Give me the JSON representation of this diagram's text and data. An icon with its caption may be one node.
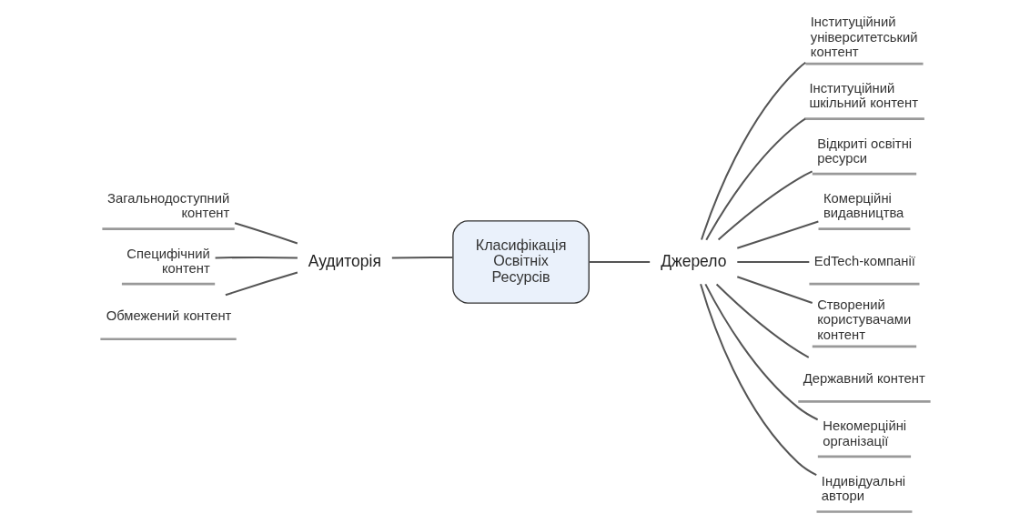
{
  "diagram": {
    "nodes": [
      {
        "text": [
          "Класифікація Освітніх Ресурсів"
        ]
      },
      {
        "text": [
          "Аудиторія"
        ]
      },
      {
        "text": [
          "Загальнодоступний контент"
        ]
      },
      {
        "text": [
          "Специфічний контент"
        ]
      },
      {
        "text": [
          "Обмежений контент"
        ]
      },
      {
        "text": [
          "Джерело"
        ]
      },
      {
        "text": [
          "Інституційний університетський контент"
        ]
      },
      {
        "text": [
          "Інституційний шкільний контент"
        ]
      },
      {
        "text": [
          "Відкриті освітні ресурси"
        ]
      },
      {
        "text": [
          "Комерційні видавництва"
        ]
      },
      {
        "text": [
          "EdTech-компанії"
        ]
      },
      {
        "text": [
          "Створений користувачами контент"
        ]
      },
      {
        "text": [
          "Державний контент"
        ]
      },
      {
        "text": [
          "Некомерційні організації"
        ]
      },
      {
        "text": [
          "Індивідуальні автори"
        ]
      }
    ],
    "edges": [
      {
        "from": 0,
        "to": 1,
        "arrow": "none"
      },
      {
        "from": 1,
        "to": 2,
        "arrow": "none"
      },
      {
        "from": 1,
        "to": 3,
        "arrow": "none"
      },
      {
        "from": 1,
        "to": 4,
        "arrow": "none"
      },
      {
        "from": 0,
        "to": 5,
        "arrow": "none"
      },
      {
        "from": 5,
        "to": 6,
        "arrow": "none"
      },
      {
        "from": 5,
        "to": 7,
        "arrow": "none"
      },
      {
        "from": 5,
        "to": 8,
        "arrow": "none"
      },
      {
        "from": 5,
        "to": 9,
        "arrow": "none"
      },
      {
        "from": 5,
        "to": 10,
        "arrow": "none"
      },
      {
        "from": 5,
        "to": 11,
        "arrow": "none"
      },
      {
        "from": 5,
        "to": 12,
        "arrow": "none"
      },
      {
        "from": 5,
        "to": 13,
        "arrow": "none"
      },
      {
        "from": 5,
        "to": 14,
        "arrow": "none"
      }
    ]
  }
}
